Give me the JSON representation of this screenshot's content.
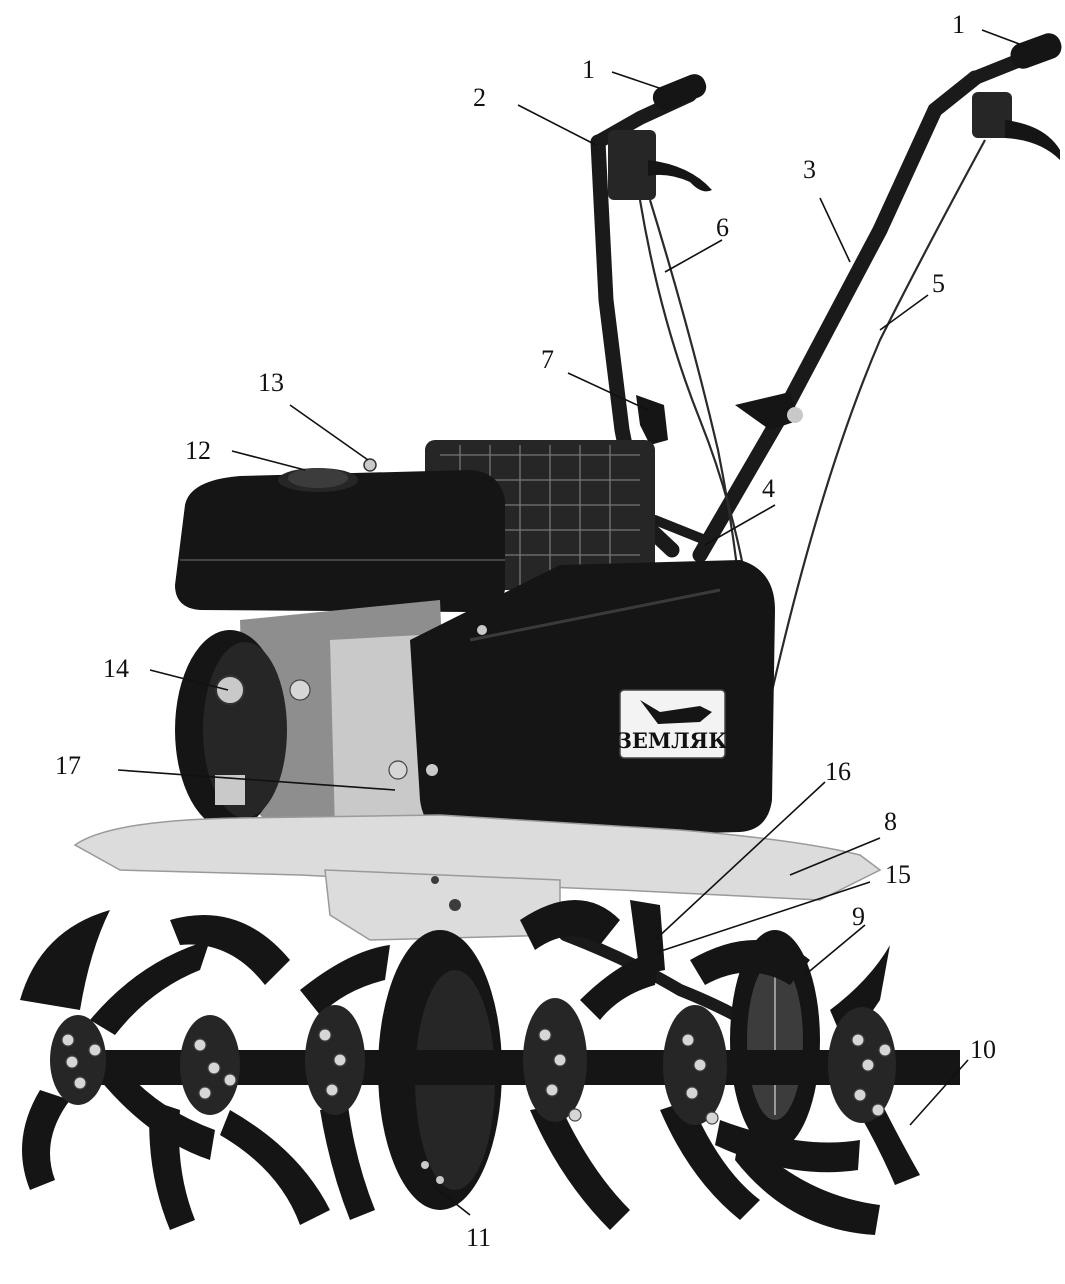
{
  "callouts": [
    {
      "id": "1a",
      "label": "1"
    },
    {
      "id": "1b",
      "label": "1"
    },
    {
      "id": "2",
      "label": "2"
    },
    {
      "id": "3",
      "label": "3"
    },
    {
      "id": "4",
      "label": "4"
    },
    {
      "id": "5",
      "label": "5"
    },
    {
      "id": "6",
      "label": "6"
    },
    {
      "id": "7",
      "label": "7"
    },
    {
      "id": "8",
      "label": "8"
    },
    {
      "id": "9",
      "label": "9"
    },
    {
      "id": "10",
      "label": "10"
    },
    {
      "id": "11",
      "label": "11"
    },
    {
      "id": "12",
      "label": "12"
    },
    {
      "id": "13",
      "label": "13"
    },
    {
      "id": "14",
      "label": "14"
    },
    {
      "id": "15",
      "label": "15"
    },
    {
      "id": "16",
      "label": "16"
    },
    {
      "id": "17",
      "label": "17"
    }
  ],
  "logo": {
    "text": "ЗЕМЛЯК"
  },
  "colors": {
    "body": "#151515",
    "deck": "#dcdcdc",
    "background": "#ffffff"
  }
}
